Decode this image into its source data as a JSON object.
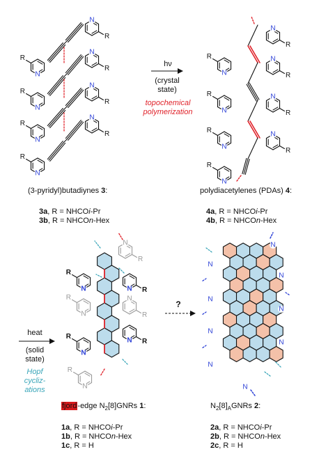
{
  "colors": {
    "red": "#e0222a",
    "teal": "#3aa6b9",
    "blue_fill": "#bcdcec",
    "salmon_fill": "#f4c1a9",
    "nitrogen": "#2b3fd6",
    "gray": "#9a9a9a"
  },
  "atoms": {
    "n": "N",
    "r": "R"
  },
  "arrow1": {
    "hv": "hν",
    "condition": "(crystal\nstate)",
    "process": "topochemical\npolymerization"
  },
  "monomer": {
    "caption_pre": "(3-pyridyl)butadiynes ",
    "num": "3",
    "caption_post": ":",
    "a_id": "3a",
    "a_text": ", R = NHCO",
    "a_sub": "i",
    "a_end": "-Pr",
    "b_id": "3b",
    "b_text": ", R = NHCO",
    "b_sub": "n",
    "b_end": "-Hex"
  },
  "pda": {
    "caption_pre": "polydiacetylenes (PDAs) ",
    "num": "4",
    "caption_post": ":",
    "a_id": "4a",
    "a_text": ", R = NHCO",
    "a_sub": "i",
    "a_end": "-Pr",
    "b_id": "4b",
    "b_text": ", R = NHCO",
    "b_sub": "n",
    "b_end": "-Hex"
  },
  "arrow2": {
    "label": "heat",
    "condition": "(solid\nstate)",
    "process": "Hopf\ncycliz-\nations"
  },
  "arrow3": {
    "label": "?"
  },
  "fjord": {
    "hl": "fjord",
    "rest_pre": "-edge N",
    "sub2": "2",
    "rest_mid": "[8]GNRs ",
    "num": "1",
    "rest_post": ":",
    "a_id": "1a",
    "a_text": ", R = NHCO",
    "a_sub": "i",
    "a_end": "-Pr",
    "b_id": "1b",
    "b_text": ", R = NHCO",
    "b_sub": "n",
    "b_end": "-Hex",
    "c_id": "1c",
    "c_text": ", R = H"
  },
  "armchair": {
    "pre": "N",
    "sub2": "2",
    "mid": "[8]",
    "subA": "A",
    "post": "GNRs ",
    "num": "2",
    "colon": ":",
    "a_id": "2a",
    "a_text": ", R = NHCO",
    "a_sub": "i",
    "a_end": "-Pr",
    "b_id": "2b",
    "b_text": ", R = NHCO",
    "b_sub": "n",
    "b_end": "-Hex",
    "c_id": "2c",
    "c_text": ", R = H"
  }
}
